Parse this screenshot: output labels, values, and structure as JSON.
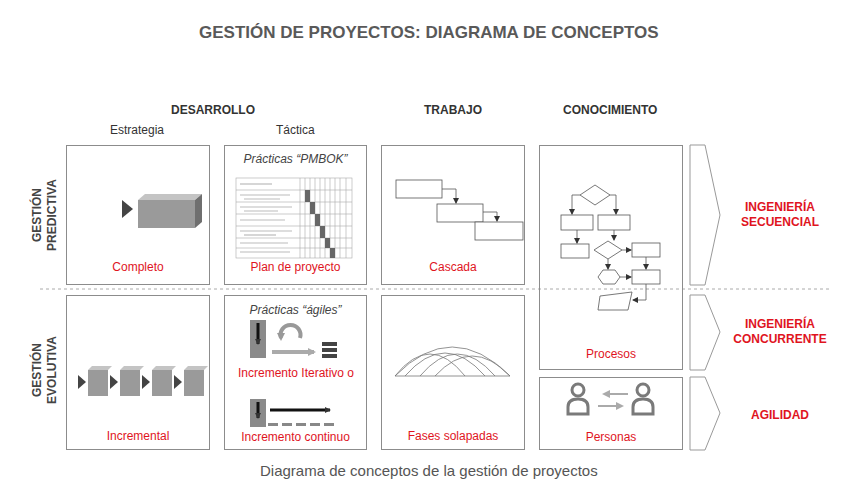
{
  "diagram": {
    "title": "GESTIÓN DE PROYECTOS: DIAGRAMA DE CONCEPTOS",
    "caption": "Diagrama de conceptos de la gestión de proyectos",
    "nodes": [
      {
        "text": [
          "Completo"
        ]
      },
      {
        "text": [
          "Prácticas “PMBOK”",
          "Plan de proyecto"
        ]
      },
      {
        "text": [
          "Cascada"
        ]
      },
      {
        "text": [
          "Procesos"
        ]
      },
      {
        "text": [
          "Incremental"
        ]
      },
      {
        "text": [
          "Prácticas “ágiles”",
          "Incremento Iterativo o",
          "Incremento continuo"
        ]
      },
      {
        "text": [
          "Fases solapadas"
        ]
      },
      {
        "text": [
          "Personas"
        ]
      }
    ],
    "labels": [
      "DESARROLLO",
      "Estrategia",
      "Táctica",
      "TRABAJO",
      "CONOCIMIENTO",
      "GESTIÓN PREDICTIVA",
      "GESTIÓN EVOLUTIVA",
      "INGENIERÍA SECUENCIAL",
      "INGENIERÍA CONCURRENTE",
      "AGILIDAD"
    ]
  }
}
